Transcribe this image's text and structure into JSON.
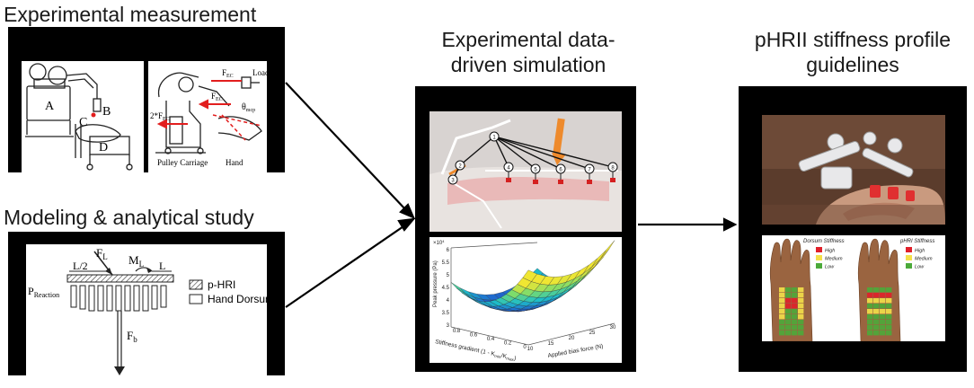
{
  "panels": {
    "measurement": {
      "title": "Experimental measurement",
      "labels": {
        "a": "A",
        "b": "B",
        "c": "C",
        "d": "D"
      },
      "cart": {
        "fec_top": "F",
        "fec_top_sub": "EC",
        "fec_mid": "F",
        "fec_mid_sub": "EC",
        "loadcell": "Loadcell",
        "two_fec": "2*F",
        "two_fec_sub": "EC",
        "theta": "θ",
        "theta_sub": "mcp",
        "pulley": "Pulley Carriage",
        "hand": "Hand"
      }
    },
    "modeling": {
      "title": "Modeling & analytical study",
      "fl": "F",
      "fl_sub": "L",
      "ml": "M",
      "ml_sub": "L",
      "half": "L/2",
      "l": "L",
      "preaction": "P",
      "preaction_sub": "Reaction",
      "fb": "F",
      "fb_sub": "b",
      "legend": {
        "phri": "p-HRI",
        "dorsum": "Hand Dorsum"
      }
    },
    "simulation": {
      "title_line1": "Experimental data-",
      "title_line2": "driven simulation",
      "nodes": [
        "1",
        "2",
        "3",
        "4",
        "5",
        "6",
        "7",
        "8"
      ],
      "plot": {
        "zexp": "×10",
        "zexp_sup": "4",
        "zlabel": "Peak pressure (Pa)",
        "zticks": [
          "6",
          "5.5",
          "5",
          "4.5",
          "4",
          "3.5",
          "3"
        ],
        "xlabel": "Applied bias force (N)",
        "xticks": [
          "10",
          "15",
          "20",
          "25",
          "30"
        ],
        "ylabel_a": "Stiffness gradient (1 - K",
        "ylabel_b": "/K",
        "ylabel_c": ")",
        "ylabel_sub1": "min",
        "ylabel_sub2": "max",
        "yticks": [
          "0.8",
          "0.6",
          "0.4",
          "0.2",
          "0"
        ]
      }
    },
    "guidelines": {
      "title_line1": "pHRII stiffness profile",
      "title_line2": "guidelines",
      "dorsum_title": "Dorsum Stiffness",
      "phri_title": "pHRI Stiffness",
      "levels": [
        "High",
        "Medium",
        "Low"
      ],
      "colors": {
        "high": "#e0202a",
        "medium": "#f4e04a",
        "low": "#4caa3a"
      }
    }
  }
}
